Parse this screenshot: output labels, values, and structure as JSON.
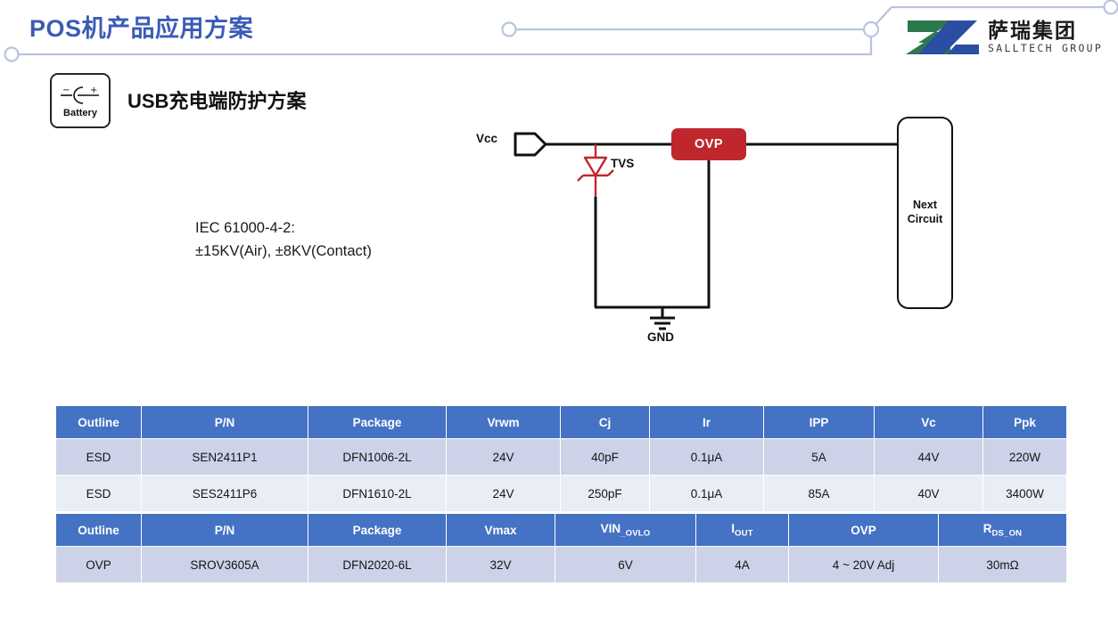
{
  "header": {
    "title": "POS机产品应用方案",
    "title_color": "#3b5bb5",
    "deco_line_color": "#b9c4e0"
  },
  "brand": {
    "name_cn": "萨瑞集团",
    "name_en": "SALLTECH GROUP",
    "logo_green": "#2c7a4b",
    "logo_blue": "#2b4ea2"
  },
  "battery_chip": {
    "label": "Battery",
    "minus": "−",
    "plus": "+"
  },
  "section": {
    "heading": "USB充电端防护方案",
    "spec_note": "IEC 61000-4-2:\n±15KV(Air), ±8KV(Contact)"
  },
  "diagram": {
    "vcc_label": "Vcc",
    "tvs_label": "TVS",
    "gnd_label": "GND",
    "ovp_label": "OVP",
    "next_circuit_label": "Next\nCircuit",
    "ovp_color": "#c0272d",
    "tvs_color": "#c0272d",
    "wire_color": "#111111"
  },
  "tables": [
    {
      "id": "table-esd",
      "headers": [
        "Outline",
        "P/N",
        "Package",
        "Vrwm",
        "Cj",
        "Ir",
        "IPP",
        "Vc",
        "Ppk"
      ],
      "rows": [
        [
          "ESD",
          "SEN2411P1",
          "DFN1006-2L",
          "24V",
          "40pF",
          "0.1μA",
          "5A",
          "44V",
          "220W"
        ],
        [
          "ESD",
          "SES2411P6",
          "DFN1610-2L",
          "24V",
          "250pF",
          "0.1μA",
          "85A",
          "40V",
          "3400W"
        ]
      ]
    },
    {
      "id": "table-ovp",
      "headers": [
        "Outline",
        "P/N",
        "Package",
        "Vmax",
        "VIN_OVLO",
        "IOUT",
        "OVP",
        "RDS_ON"
      ],
      "header_parts": [
        {
          "main": "Outline",
          "sub": ""
        },
        {
          "main": "P/N",
          "sub": ""
        },
        {
          "main": "Package",
          "sub": ""
        },
        {
          "main": "Vmax",
          "sub": ""
        },
        {
          "main": "VIN",
          "sub": "_OVLO"
        },
        {
          "main": "I",
          "sub": "OUT"
        },
        {
          "main": "OVP",
          "sub": ""
        },
        {
          "main": "R",
          "sub": "DS_ON"
        }
      ],
      "rows": [
        [
          "OVP",
          "SROV3605A",
          "DFN2020-6L",
          "32V",
          "6V",
          "4A",
          "4 ~ 20V Adj",
          "30mΩ"
        ]
      ]
    }
  ],
  "theme": {
    "header_blue": "#4472c4",
    "row_band_a": "#ccd3e8",
    "row_band_b": "#e9edf6"
  }
}
